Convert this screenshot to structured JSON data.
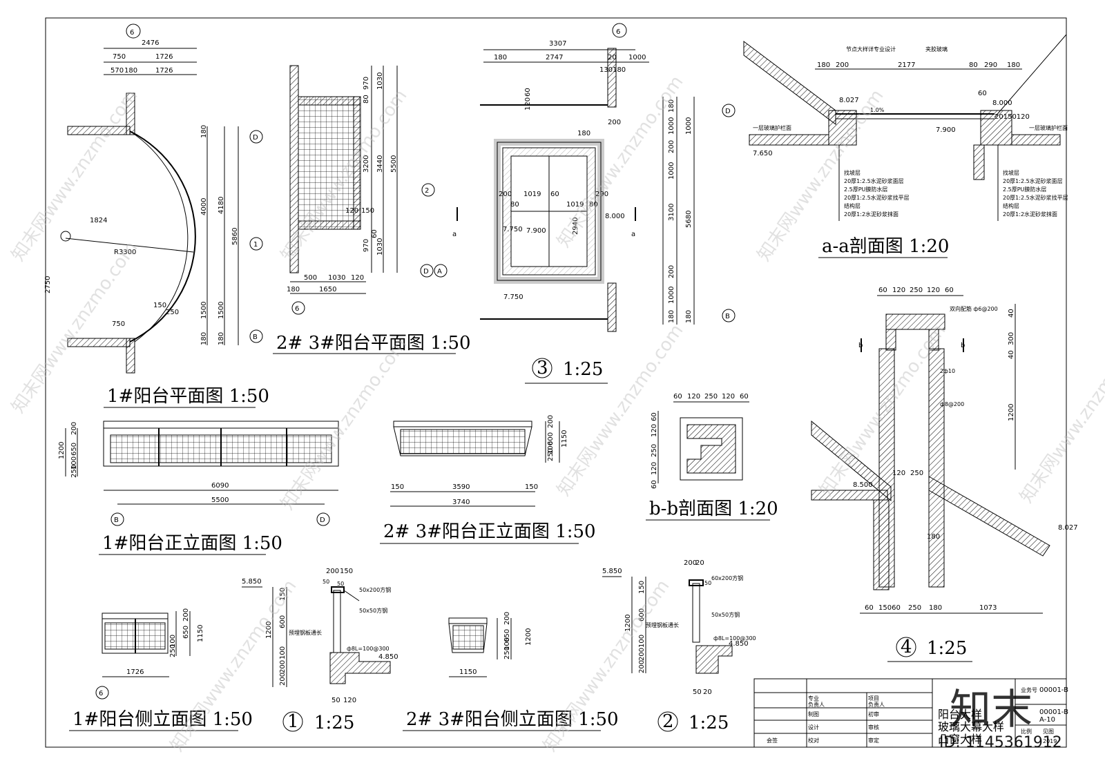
{
  "titles": {
    "p1_plan": "1#阳台平面图 1:50",
    "p23_plan": "2# 3#阳台平面图 1:50",
    "d3": "1:25",
    "aa": "a-a剖面图 1:20",
    "p1_front": "1#阳台正立面图 1:50",
    "p23_front": "2# 3#阳台正立面图 1:50",
    "bb": "b-b剖面图 1:20",
    "d4": "1:25",
    "p1_side": "1#阳台侧立面图 1:50",
    "d1": "1:25",
    "p23_side": "2# 3#阳台侧立面图 1:50",
    "d2": "1:25"
  },
  "detail_numbers": {
    "d1": "1",
    "d2": "2",
    "d3": "3",
    "d4": "4"
  },
  "axes": {
    "a6": "6",
    "aD": "D",
    "aB": "B",
    "a1": "1",
    "a2": "2",
    "aA": "A",
    "ab": "B",
    "ad": "D",
    "p1s6": "6",
    "p23a6": "6"
  },
  "plan1": {
    "d2476": "2476",
    "d750": "750",
    "d1726": "1726",
    "d570": "570",
    "d180": "180",
    "d1726b": "1726",
    "d1824": "1824",
    "r3300": "R3300",
    "d2750": "2750",
    "d750b": "750",
    "d150": "150",
    "d250": "250",
    "v180a": "180",
    "v4000": "4000",
    "v4180": "4180",
    "v5860": "5860",
    "v1500a": "1500",
    "v1500b": "1500",
    "v180b": "180",
    "v180c": "180"
  },
  "plan23": {
    "d970": "970",
    "d1030": "1030",
    "d80": "80",
    "d3200": "3200",
    "d3440": "3440",
    "d5500": "5500",
    "d120": "120",
    "d150": "150",
    "d970b": "970",
    "d1030b": "1030",
    "d60": "60",
    "d500": "500",
    "d1030c": "1030",
    "d120b": "120",
    "d1650": "1650",
    "d180": "180"
  },
  "det3": {
    "d3307": "3307",
    "d180": "180",
    "d2747": "2747",
    "d20": "20",
    "d1000": "1000",
    "d130180": "130180",
    "d60": "60",
    "d120": "120",
    "d200": "200",
    "d180b": "180",
    "d200b": "200",
    "d1019": "1019",
    "d60b": "60",
    "d290": "290",
    "d80": "80",
    "d1019b": "1019",
    "d80b": "80",
    "d2940": "2940",
    "e8000": "8.000",
    "e7750": "7.750",
    "e7900": "7.900",
    "e7750b": "7.750",
    "sa": "a",
    "sa2": "a",
    "v180": "180",
    "v1000": "1000",
    "v200": "200",
    "v1000b": "1000",
    "v3100": "3100",
    "v5680": "5680",
    "v200b": "200",
    "v1000c": "1000",
    "v180b": "180",
    "v1000d": "1000",
    "v180c": "180"
  },
  "secaa": {
    "note1": "节点大样详专业设计",
    "note2": "夹胶玻璃",
    "d180": "180",
    "d200": "200",
    "d2177": "2177",
    "d80": "80",
    "d290": "290",
    "d180b": "180",
    "e8027": "8.027",
    "e8000": "8.000",
    "e7900": "7.900",
    "e7650": "7.650",
    "slope": "1.0%",
    "d60": "60",
    "d2020": "20150120",
    "left_label": "一层玻璃护栏面",
    "right_label": "一层玻璃护栏面",
    "layers_left": [
      "找坡层",
      "20厚1:2.5水泥砂浆面层",
      "2.5厚PU膜防水层",
      "20厚1:2.5水泥砂浆找平层",
      "结构层",
      "20厚1:2水泥砂浆抹面"
    ],
    "layers_right": [
      "找坡层",
      "20厚1:2.5水泥砂浆面层",
      "2.5厚PU膜防水层",
      "20厚1:2.5水泥砂浆找平层",
      "结构层",
      "20厚1:2水泥砂浆抹面"
    ]
  },
  "det4": {
    "d60": "60",
    "d120": "120",
    "d250": "250",
    "d120b": "120",
    "d60b": "60",
    "note_top": "双向配筋 ф6@200",
    "d40": "40",
    "d300": "300",
    "d40b": "40",
    "d1200": "1200",
    "note1": "2ф10",
    "note2": "ф8@200",
    "d120c": "120",
    "d250b": "250",
    "e8500": "8.500",
    "e8027": "8.027",
    "d180": "180",
    "b1": "60",
    "b2": "15060",
    "b3": "250",
    "b4": "180",
    "b5": "1073",
    "bl": "b",
    "br": "b"
  },
  "front1": {
    "v200": "200",
    "v650": "650",
    "v1200": "1200",
    "v100": "100",
    "v250": "250",
    "d6090": "6090",
    "d5500": "5500"
  },
  "front23": {
    "v200": "200",
    "v600": "600",
    "v1150": "1150",
    "v100": "100",
    "v250": "250",
    "d150": "150",
    "d3590": "3590",
    "d150b": "150",
    "d3740": "3740"
  },
  "secbb": {
    "t1": "60",
    "t2": "120",
    "t3": "250",
    "t4": "120",
    "t5": "60",
    "l1": "60",
    "l2": "120",
    "l3": "250",
    "l4": "120",
    "l5": "60"
  },
  "side1": {
    "v200": "200",
    "v650": "650",
    "v1150": "1150",
    "v100": "100",
    "v250": "250",
    "d1726": "1726"
  },
  "side23": {
    "v200": "200",
    "v650": "650",
    "v1200": "1200",
    "v100": "100",
    "v250": "250",
    "d1150": "1150"
  },
  "det1": {
    "e5850": "5.850",
    "d200": "200",
    "d150": "150",
    "d50": "50",
    "n1": "50x200方钢",
    "n2": "50x50方钢",
    "n3": "预埋钢板通长",
    "n4": "ф8L=100@300",
    "e4850": "4.850",
    "v150": "150",
    "v600": "600",
    "v1200": "1200",
    "v100": "100",
    "v200": "200",
    "v200b": "200",
    "d50b": "50",
    "d120": "120",
    "d50s": "50"
  },
  "det2": {
    "e5850": "5.850",
    "d200": "200",
    "d20": "20",
    "n1": "60x200方钢",
    "n2": "50x50方钢",
    "n3": "预埋钢板通长",
    "n4": "ф8L=100@300",
    "e4850": "4.850",
    "v150": "150",
    "v600": "600",
    "v1200": "1200",
    "v100": "100",
    "v200": "200",
    "v200b": "200",
    "d50": "50",
    "d20b": "20",
    "d50s": "50"
  },
  "titleblock": {
    "proj_no_label": "业务号",
    "proj_no": "00001-B",
    "drawing_no": "00001-B",
    "sheet": "A-10",
    "scale_label": "比例",
    "scale": "见图",
    "date": "2019",
    "r1a": "专业",
    "r1b": "负责人",
    "r1c": "项目",
    "r1d": "负责人",
    "r2a": "制图",
    "r2b": "初审",
    "r3a": "设计",
    "r3b": "审核",
    "r4a": "校对",
    "r4b": "审定",
    "sign": "会签",
    "title1": "阳台大样",
    "title2": "玻璃大幕大样",
    "title3": "凸窗大样"
  },
  "watermarks": {
    "text": "知末网www.znzmo.com",
    "logo": "知末",
    "id": "ID: 1145361912"
  }
}
